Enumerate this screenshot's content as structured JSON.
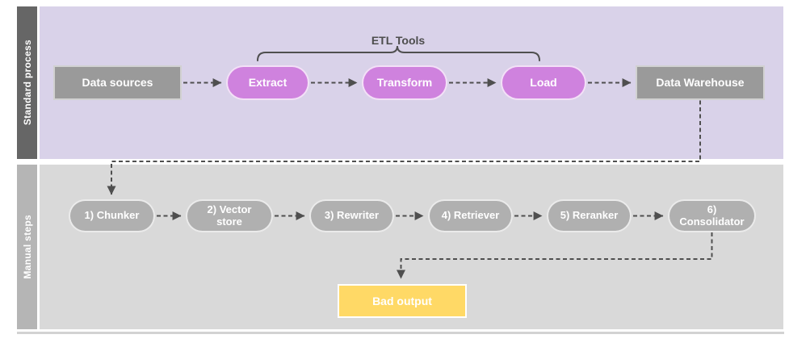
{
  "colors": {
    "lane1_bg": "#d9d2e9",
    "lane1_bar": "#666666",
    "lane2_bg": "#d9d9d9",
    "lane2_bar": "#b5b5b5",
    "node_gray": "#9a9a9a",
    "pill_pink": "#cf82de",
    "pill_gray": "#b0b0b0",
    "bad_output_yellow": "#ffd966",
    "connector": "#4f4f4f",
    "label_text": "#4d4d4d",
    "text_on_node": "#ffffff",
    "divider": "#d2d2d2"
  },
  "lanes": {
    "standard": {
      "label": "Standard process"
    },
    "manual": {
      "label": "Manual steps"
    }
  },
  "standard_process": {
    "etl_tools_label": "ETL Tools",
    "data_sources": "Data sources",
    "extract": "Extract",
    "transform": "Transform",
    "load": "Load",
    "data_warehouse": "Data Warehouse"
  },
  "manual_steps": {
    "chunker": "1) Chunker",
    "vector_store": "2) Vector store",
    "rewriter": "3) Rewriter",
    "retriever": "4) Retriever",
    "reranker": "5) Reranker",
    "consolidator": "6) Consolidator",
    "bad_output": "Bad output"
  }
}
